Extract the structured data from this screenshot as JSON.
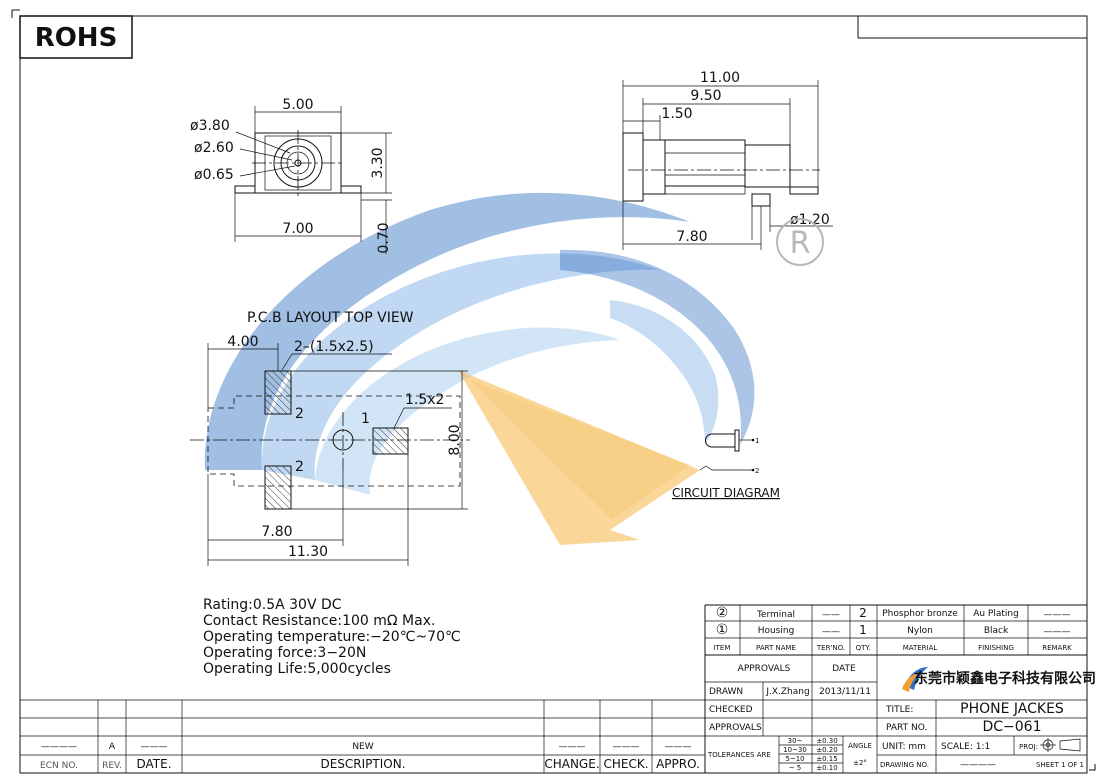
{
  "header": {
    "rohs": "ROHS"
  },
  "front_view": {
    "width": "5.00",
    "d1": "ø3.80",
    "d2": "ø2.60",
    "d3": "ø0.65",
    "height": "3.30",
    "base_width": "7.00",
    "leg": "0.70"
  },
  "side_view": {
    "d_total": "11.00",
    "d_9_50": "9.50",
    "d_1_50": "1.50",
    "pin_dia": "ø1.20",
    "d_7_80": "7.80",
    "registered_mark": "R"
  },
  "pcb": {
    "title": "P.C.B  LAYOUT  TOP  VIEW",
    "d_4_00": "4.00",
    "pads_2": "2–(1.5x2.5)",
    "pad_1": "1.5x2",
    "height": "8.00",
    "d_7_80": "7.80",
    "d_11_30": "11.30",
    "label_1": "1",
    "label_2a": "2",
    "label_2b": "2"
  },
  "circuit": {
    "title": "CIRCUIT  DIAGRAM",
    "pin1": "1",
    "pin2": "2"
  },
  "specs": [
    "Rating:0.5A  30V  DC",
    "Contact  Resistance:100  mΩ  Max.",
    "Operating  temperature:−20℃~70℃",
    "Operating  force:3−20N",
    "Operating  Life:5,000cycles"
  ],
  "bom": {
    "row2": {
      "item": "②",
      "name": "Terminal",
      "ter": "——",
      "qty": "2",
      "material": "Phosphor bronze",
      "finishing": "Au Plating",
      "remark": "———"
    },
    "row1": {
      "item": "①",
      "name": "Housing",
      "ter": "——",
      "qty": "1",
      "material": "Nylon",
      "finishing": "Black",
      "remark": "———"
    },
    "headers": {
      "item": "ITEM",
      "name": "PART NAME",
      "ter": "TER'NO.",
      "qty": "QTY.",
      "material": "MATERIAL",
      "finishing": "FINISHING",
      "remark": "REMARK"
    }
  },
  "title_block": {
    "approvals": "APPROVALS",
    "date": "DATE",
    "company": "东莞市颖鑫电子科技有限公司",
    "drawn": "DRAWN",
    "drawn_by": "J.X.Zhang",
    "drawn_date": "2013/11/11",
    "checked": "CHECKED",
    "title_label": "TITLE:",
    "title": "PHONE  JACKES",
    "approvals2": "APPROVALS",
    "part_no_label": "PART  NO.",
    "part_no": "DC−061",
    "tolerances": "TOLERANCES ARE",
    "tol_rows": [
      {
        "range": "30~",
        "tol": "±0.30"
      },
      {
        "range": "10~30",
        "tol": "±0.20"
      },
      {
        "range": "5~10",
        "tol": "±0.15"
      },
      {
        "range": "~ 5",
        "tol": "±0.10"
      }
    ],
    "angle_label": "ANGLE",
    "angle": "±2°",
    "unit": "UNIT:  mm",
    "scale": "SCALE:   1:1",
    "proj": "PROJ:",
    "drawing_no": "DRAWING  NO.",
    "drawing_no_value": "————",
    "sheet": "SHEET   1  OF  1"
  },
  "revision": {
    "row": {
      "ecn": "————",
      "rev": "A",
      "date": "———",
      "desc": "NEW",
      "change": "———",
      "check": "———",
      "appro": "———"
    },
    "headers": {
      "ecn": "ECN  NO.",
      "rev": "REV.",
      "date": "DATE.",
      "desc": "DESCRIPTION.",
      "change": "CHANGE.",
      "check": "CHECK.",
      "appro": "APPRO."
    }
  }
}
